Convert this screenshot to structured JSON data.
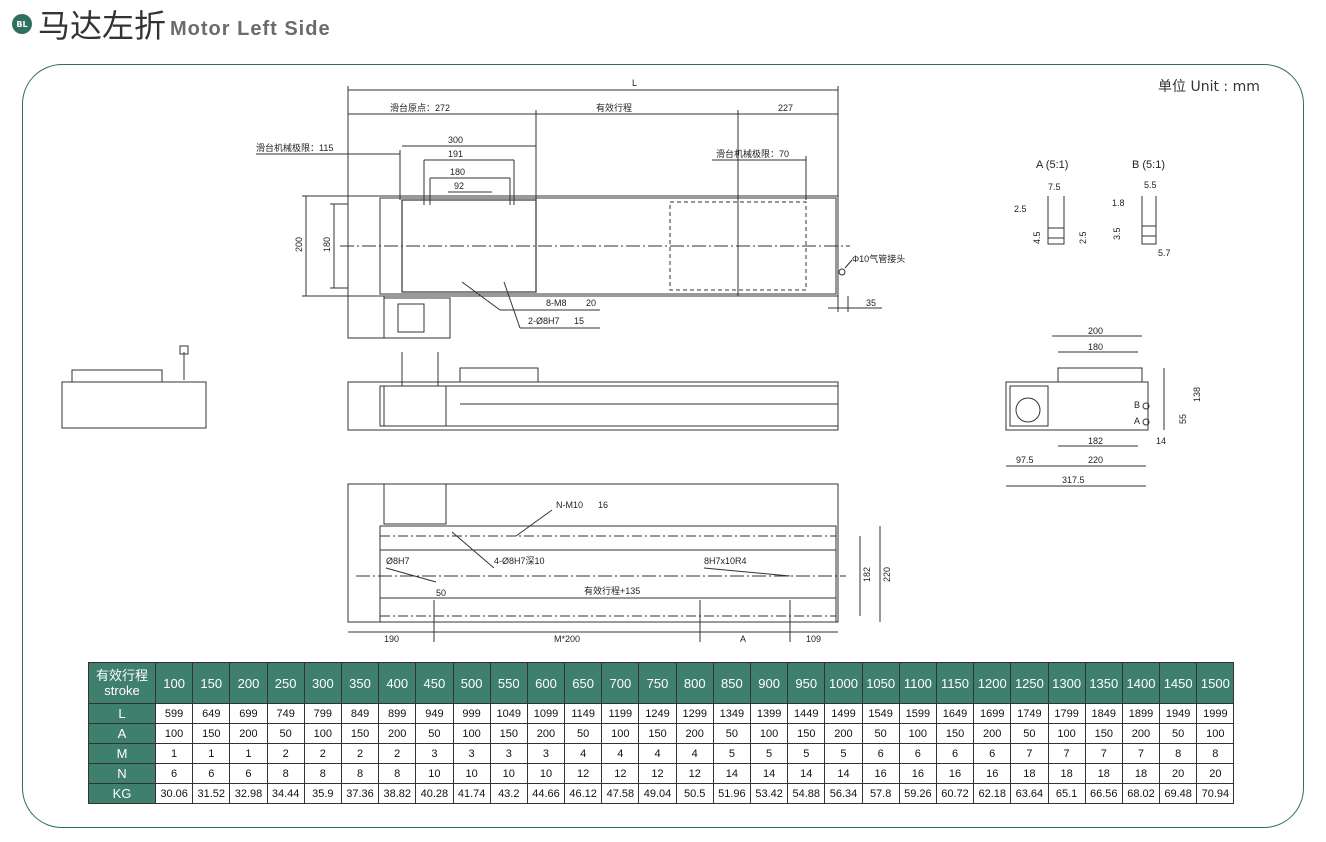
{
  "header": {
    "badge": "BL",
    "title_cn": "马达左折",
    "title_en": "Motor Left Side"
  },
  "unit_label": "单位 Unit : mm",
  "colors": {
    "accent": "#2f6f5e",
    "table_header": "#3f7f6d",
    "line": "#333333"
  },
  "dims": {
    "L": "L",
    "home": "滑台原点：272",
    "effective": "有效行程",
    "d227": "227",
    "limit115": "滑台机械极限：115",
    "limit70": "滑台机械极限：70",
    "d300": "300",
    "d191": "191",
    "d180": "180",
    "d92": "92",
    "d200v": "200",
    "d180v": "180",
    "airtube": "Φ10气管接头",
    "d35": "35",
    "m8": "8-M8",
    "m8depth": "20",
    "h7": "2-Ø8H7",
    "h7depth": "15",
    "detailA": "A (5:1)",
    "detailB": "B (5:1)",
    "a75": "7.5",
    "a25": "2.5",
    "a45": "4.5",
    "a25b": "2.5",
    "b55": "5.5",
    "b18": "1.8",
    "b35": "3.5",
    "b57": "5.7",
    "e200": "200",
    "e180": "180",
    "e138": "138",
    "e55": "55",
    "e182": "182",
    "e14": "14",
    "e975": "97.5",
    "e220": "220",
    "e3175": "317.5",
    "eB": "B",
    "eA": "A",
    "nm10": "N-M10",
    "nm10depth": "16",
    "h7a": "Ø8H7",
    "h7b": "4-Ø8H7深10",
    "slot": "8H7x10R4",
    "d50": "50",
    "eff135": "有效行程+135",
    "d190": "190",
    "m200": "M*200",
    "dA": "A",
    "d109": "109",
    "d182": "182",
    "d220": "220"
  },
  "table": {
    "header_label": [
      "有效行程",
      "stroke"
    ],
    "strokes": [
      "100",
      "150",
      "200",
      "250",
      "300",
      "350",
      "400",
      "450",
      "500",
      "550",
      "600",
      "650",
      "700",
      "750",
      "800",
      "850",
      "900",
      "950",
      "1000",
      "1050",
      "1100",
      "1150",
      "1200",
      "1250",
      "1300",
      "1350",
      "1400",
      "1450",
      "1500"
    ],
    "rows": [
      {
        "label": "L",
        "values": [
          "599",
          "649",
          "699",
          "749",
          "799",
          "849",
          "899",
          "949",
          "999",
          "1049",
          "1099",
          "1149",
          "1199",
          "1249",
          "1299",
          "1349",
          "1399",
          "1449",
          "1499",
          "1549",
          "1599",
          "1649",
          "1699",
          "1749",
          "1799",
          "1849",
          "1899",
          "1949",
          "1999"
        ]
      },
      {
        "label": "A",
        "values": [
          "100",
          "150",
          "200",
          "50",
          "100",
          "150",
          "200",
          "50",
          "100",
          "150",
          "200",
          "50",
          "100",
          "150",
          "200",
          "50",
          "100",
          "150",
          "200",
          "50",
          "100",
          "150",
          "200",
          "50",
          "100",
          "150",
          "200",
          "50",
          "100"
        ]
      },
      {
        "label": "M",
        "values": [
          "1",
          "1",
          "1",
          "2",
          "2",
          "2",
          "2",
          "3",
          "3",
          "3",
          "3",
          "4",
          "4",
          "4",
          "4",
          "5",
          "5",
          "5",
          "5",
          "6",
          "6",
          "6",
          "6",
          "7",
          "7",
          "7",
          "7",
          "8",
          "8"
        ]
      },
      {
        "label": "N",
        "values": [
          "6",
          "6",
          "6",
          "8",
          "8",
          "8",
          "8",
          "10",
          "10",
          "10",
          "10",
          "12",
          "12",
          "12",
          "12",
          "14",
          "14",
          "14",
          "14",
          "16",
          "16",
          "16",
          "16",
          "18",
          "18",
          "18",
          "18",
          "20",
          "20"
        ]
      },
      {
        "label": "KG",
        "values": [
          "30.06",
          "31.52",
          "32.98",
          "34.44",
          "35.9",
          "37.36",
          "38.82",
          "40.28",
          "41.74",
          "43.2",
          "44.66",
          "46.12",
          "47.58",
          "49.04",
          "50.5",
          "51.96",
          "53.42",
          "54.88",
          "56.34",
          "57.8",
          "59.26",
          "60.72",
          "62.18",
          "63.64",
          "65.1",
          "66.56",
          "68.02",
          "69.48",
          "70.94"
        ]
      }
    ]
  }
}
